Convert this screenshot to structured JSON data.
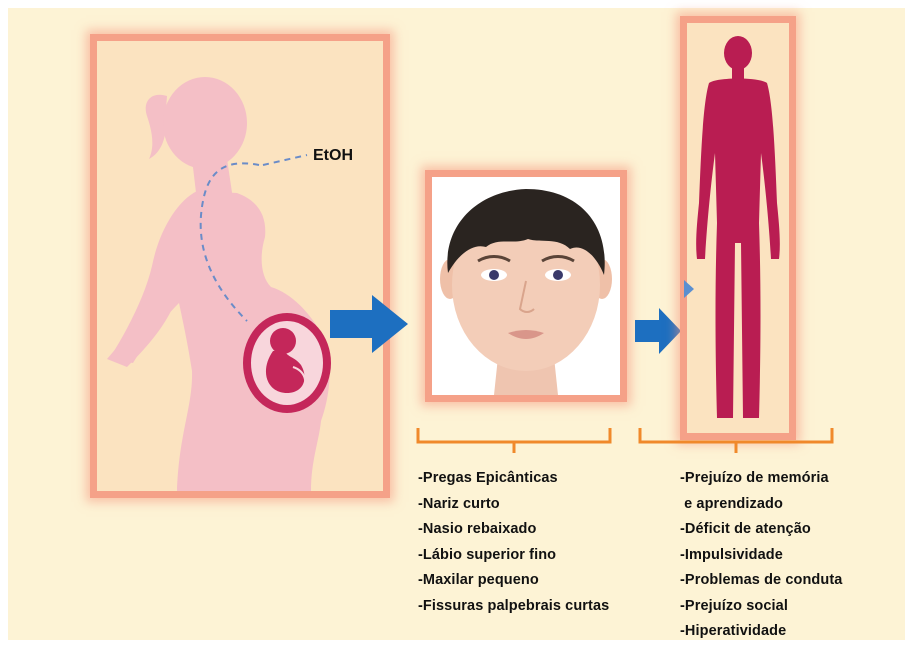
{
  "mother_panel": {
    "label": "EtOH",
    "colors": {
      "silhouette": "#f4bfc6",
      "fetus": "#c4275a",
      "dashed_line": "#6a8cc8",
      "frame": "#f5a188"
    }
  },
  "child_panel": {
    "colors": {
      "hair": "#2a2420",
      "skin": "#f3cdb8",
      "frame": "#f5a188"
    }
  },
  "adult_panel": {
    "colors": {
      "silhouette": "#b91d52",
      "frame": "#f5a188"
    }
  },
  "arrows": {
    "color": "#1d6fc0"
  },
  "brackets": {
    "color": "#f0892b"
  },
  "facial_features": [
    "-Pregas Epicânticas",
    "-Nariz curto",
    "-Nasio rebaixado",
    "-Lábio superior fino",
    "-Maxilar pequeno",
    "-Fissuras palpebrais curtas"
  ],
  "neuro_effects": [
    "-Prejuízo de memória",
    " e aprendizado",
    "-Déficit de atenção",
    "-Impulsividade",
    "-Problemas de conduta",
    "-Prejuízo social",
    "-Hiperatividade"
  ]
}
